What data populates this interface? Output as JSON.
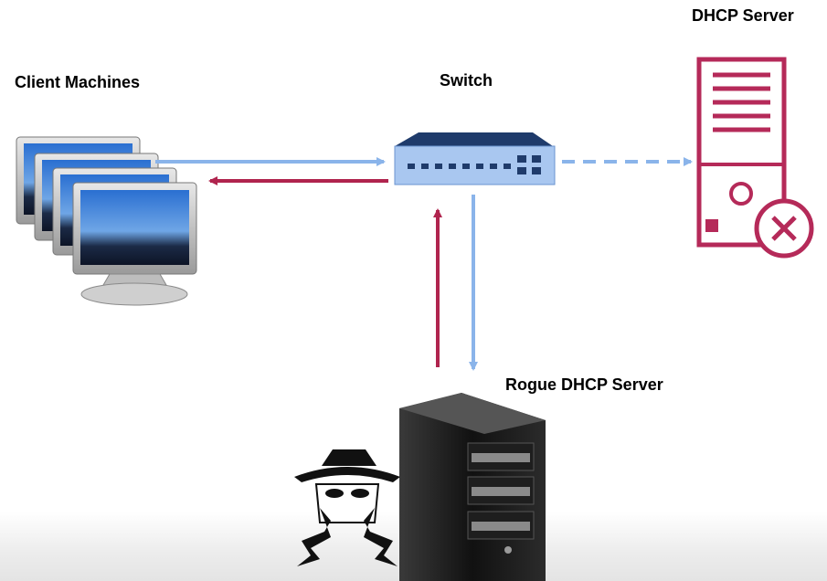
{
  "labels": {
    "clients": "Client Machines",
    "switch": "Switch",
    "dhcp_server": "DHCP Server",
    "rogue_dhcp_server": "Rogue DHCP Server"
  },
  "colors": {
    "request_arrow": "#8ab4ea",
    "response_arrow": "#b0244e",
    "switch_body": "#a9c7f0",
    "dhcp_server_outline": "#b52a59",
    "rogue_server": "#1a1a1a"
  },
  "icons": {
    "clients": "monitor-stack-icon",
    "switch": "network-switch-icon",
    "dhcp_server": "server-unavailable-icon",
    "rogue_server": "tower-server-icon",
    "attacker": "hacker-spy-icon"
  }
}
